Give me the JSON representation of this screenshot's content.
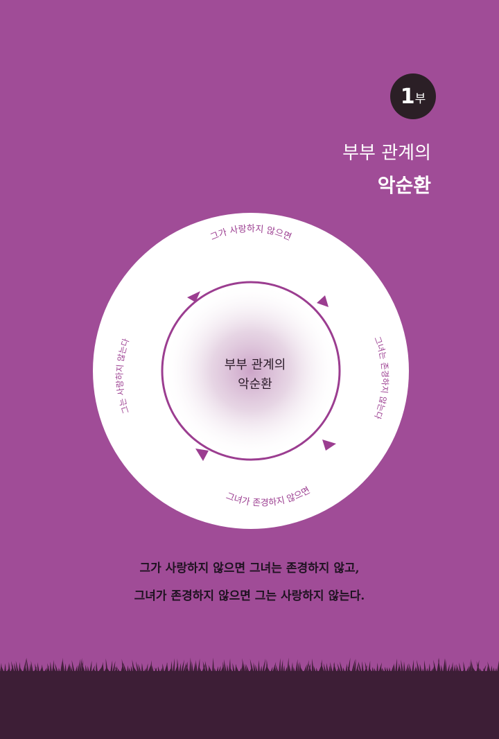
{
  "part": {
    "number": "1",
    "suffix": "부"
  },
  "title": {
    "line1": "부부 관계의",
    "line2": "악순환"
  },
  "cycle": {
    "center_line1": "부부 관계의",
    "center_line2": "악순환",
    "steps": [
      "그가 사랑하지 않으면",
      "그녀는 존경하지 않는다",
      "그녀가 존경하지 않으면",
      "그는 사랑하지 않는다"
    ]
  },
  "caption": {
    "line1": "그가 사랑하지 않으면 그녀는 존경하지 않고,",
    "line2": "그녀가 존경하지 않으면 그는 사랑하지 않는다."
  },
  "colors": {
    "background": "#a04c97",
    "badge": "#2b1f26",
    "cycle_stroke": "#9b3d90",
    "ground": "#3d1e36"
  }
}
